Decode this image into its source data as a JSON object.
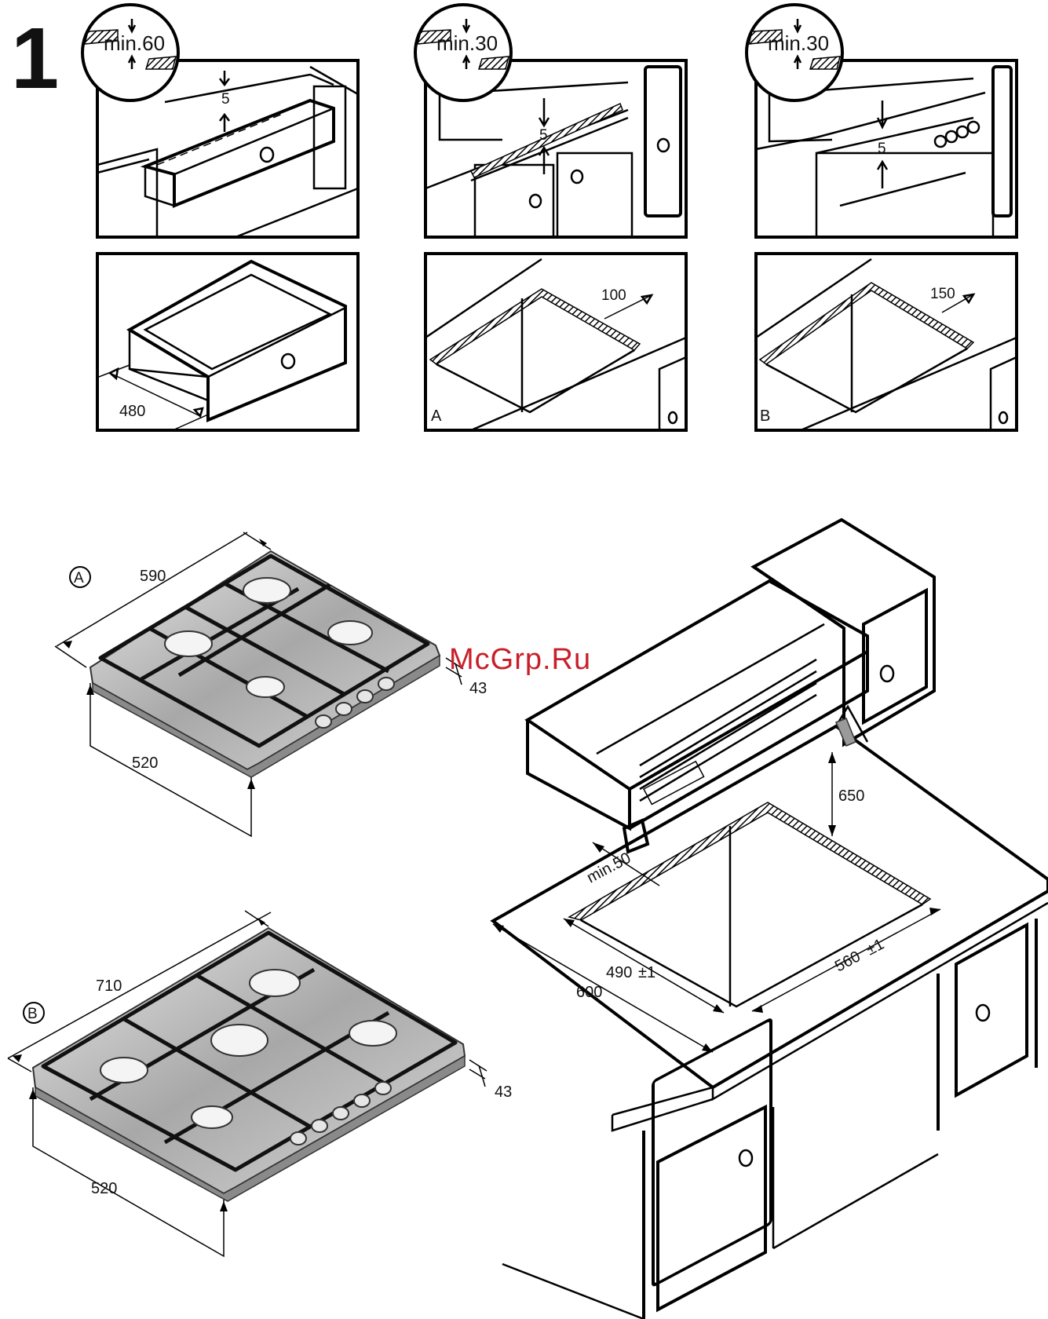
{
  "figure_number": "1",
  "watermark": "McGrp.Ru",
  "panels_top": [
    {
      "min_label": "min.60",
      "gap_label": "5"
    },
    {
      "min_label": "min.30",
      "gap_label": "5"
    },
    {
      "min_label": "min.30",
      "gap_label": "5"
    }
  ],
  "panels_bottom": [
    {
      "dimension": "480",
      "corner_label": ""
    },
    {
      "dimension": "100",
      "corner_label": "A"
    },
    {
      "dimension": "150",
      "corner_label": "B"
    }
  ],
  "hob_a": {
    "marker": "A",
    "width": "590",
    "depth": "520",
    "height": "43"
  },
  "hob_b": {
    "marker": "B",
    "width": "710",
    "depth": "520",
    "height": "43"
  },
  "installation": {
    "hood_height": "650",
    "min_edge": "min.50",
    "cutout_depth": "490",
    "cutout_depth_tol": "±1",
    "cutout_width": "560",
    "cutout_width_tol": "±1",
    "worktop_depth": "600"
  }
}
